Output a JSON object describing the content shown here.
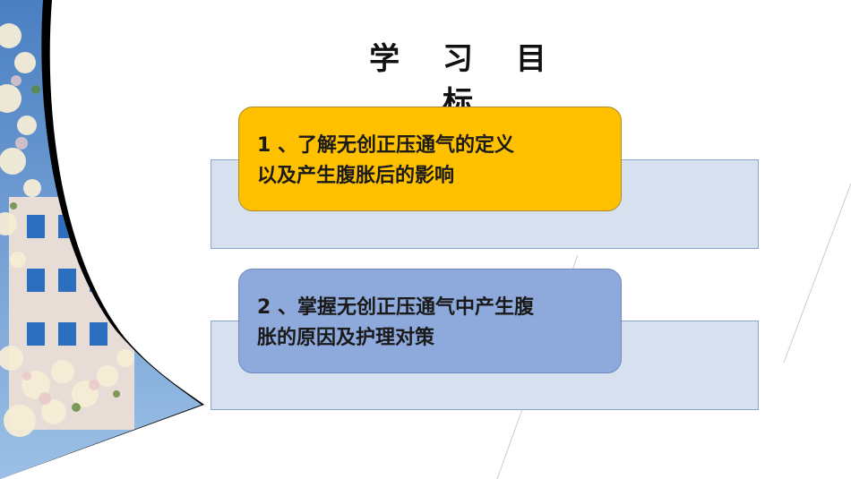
{
  "slide": {
    "title": "学 习 目 标"
  },
  "objectives": [
    {
      "text_line1": "1 、了解无创正压通气的定义",
      "text_line2": "以及产生腹胀后的影响"
    },
    {
      "text_line1": "2 、掌握无创正压通气中产生腹",
      "text_line2": "胀的原因及护理对策"
    }
  ],
  "colors": {
    "card1": "#ffc000",
    "card2": "#8ea9db",
    "panel": "#d6e0ee",
    "photo_frame": "#000000"
  },
  "icons": [
    "decorative-photo-blossoms"
  ]
}
